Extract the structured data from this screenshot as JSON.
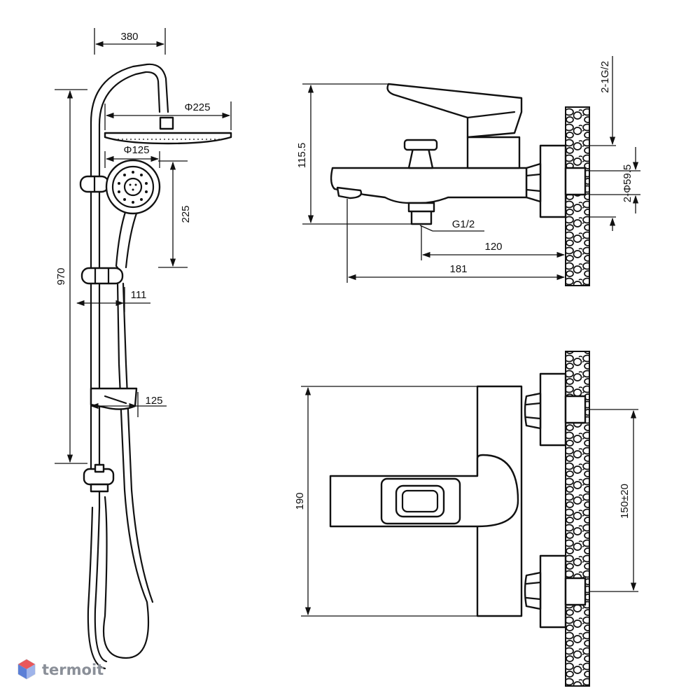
{
  "shower_column": {
    "width_label": "380",
    "height_label": "970",
    "head_diameter_label": "Φ225",
    "hand_diameter_label": "Φ125",
    "hand_spacing_label": "225",
    "holder_label": "111",
    "shelf_label": "125"
  },
  "side_view": {
    "height_label": "115.5",
    "outlet_label": "2-1G/2",
    "nut_label": "2-Φ59.5",
    "thread_label": "G1/2",
    "depth_label": "120",
    "total_label": "181"
  },
  "top_view": {
    "width_label": "190",
    "spacing_label": "150±20"
  },
  "branding": {
    "logo_text": "termoit"
  },
  "colors": {
    "line": "#111111",
    "brand_gray": "#8a8f98",
    "brand_red": "#e8575a",
    "brand_blue": "#5b7fd6"
  }
}
